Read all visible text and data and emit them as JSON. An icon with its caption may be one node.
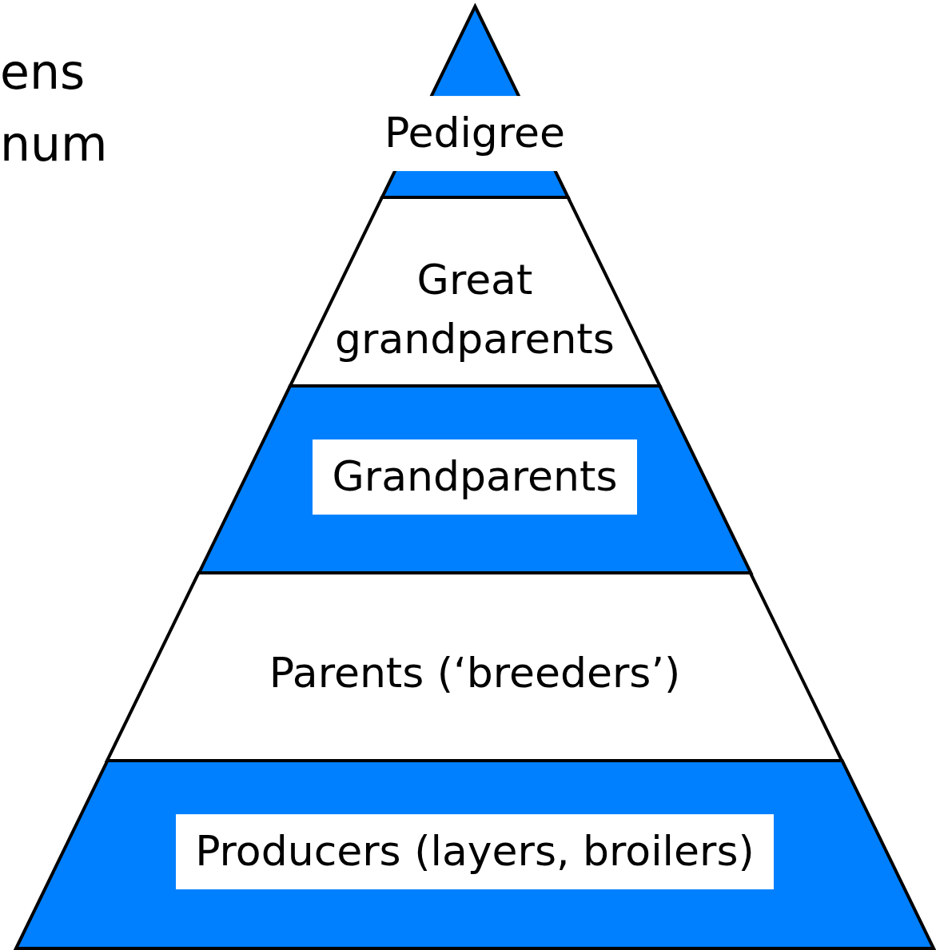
{
  "diagram": {
    "nodes": [
      {
        "text": [
          "Pedigree"
        ]
      },
      {
        "text": [
          "Great grandparents"
        ]
      },
      {
        "text": [
          "Grandparents"
        ]
      },
      {
        "text": [
          "Parents (‘breeders’)"
        ]
      },
      {
        "text": [
          "Producers (layers, broilers)"
        ]
      }
    ],
    "labels": [
      "ens",
      "num"
    ]
  }
}
